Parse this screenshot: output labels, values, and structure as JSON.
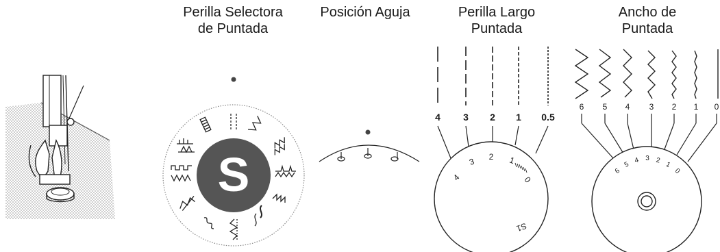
{
  "headers": {
    "stitch_selector": [
      "Perilla Selectora",
      "de Puntada"
    ],
    "needle_position": "Posición Aguja",
    "stitch_length": [
      "Perilla Largo",
      "Puntada"
    ],
    "stitch_width": [
      "Ancho de",
      "Puntada"
    ]
  },
  "stitch_selector": {
    "center_letter": "S"
  },
  "stitch_length": {
    "labels": [
      "4",
      "3",
      "2",
      "1",
      "0.5"
    ],
    "dial_numbers": [
      "4",
      "3",
      "2",
      "1",
      "0"
    ],
    "dial_extra": "S1"
  },
  "stitch_width": {
    "labels": [
      "6",
      "5",
      "4",
      "3",
      "2",
      "1",
      "0"
    ],
    "dial_numbers": [
      "6",
      "5",
      "4",
      "3",
      "2",
      "1",
      "0"
    ]
  },
  "colors": {
    "accent_dark": "#555555",
    "line": "#1a1a1a"
  }
}
